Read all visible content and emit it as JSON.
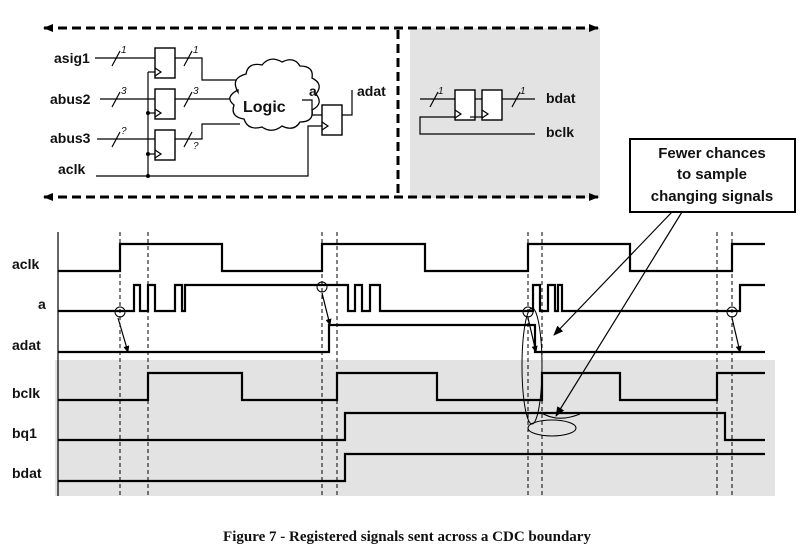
{
  "schematic": {
    "inputs": [
      "asig1",
      "abus2",
      "abus3",
      "aclk"
    ],
    "widths_a": [
      "1",
      "3",
      "?"
    ],
    "widths_b": [
      "1",
      "3",
      "?"
    ],
    "logic_label": "Logic",
    "a_label": "a",
    "adat_label": "adat",
    "right_in_width": "1",
    "right_out_width": "1",
    "bdat_label": "bdat",
    "bclk_label": "bclk"
  },
  "callout": {
    "lines": [
      "Fewer chances",
      "to sample",
      "changing signals"
    ]
  },
  "waveforms": {
    "labels": [
      "aclk",
      "a",
      "adat",
      "bclk",
      "bq1",
      "bdat"
    ]
  },
  "colors": {
    "b_domain_shade": "#e3e3e3",
    "line": "#000000"
  },
  "caption": "Figure 7 - Registered signals sent across a CDC boundary"
}
